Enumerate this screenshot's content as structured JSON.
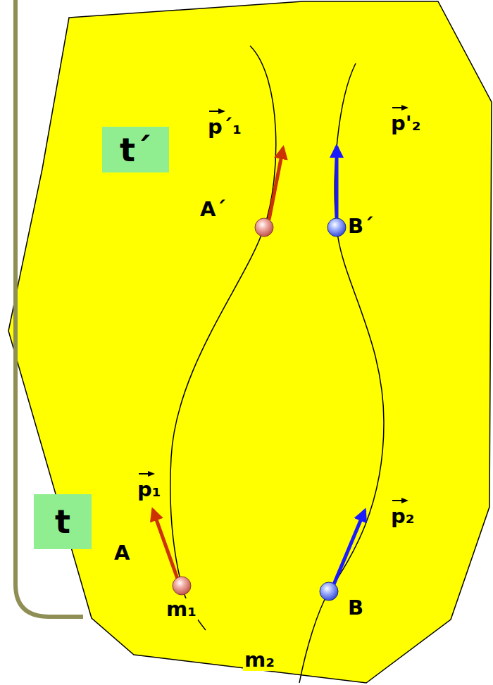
{
  "diagram": {
    "nodes": [
      {
        "text": [
          "t´"
        ]
      },
      {
        "text": [
          "t"
        ]
      }
    ],
    "labels": [
      "p´₁",
      "p'₂",
      "A´",
      "B´",
      "p₁",
      "A",
      "m₁",
      "p₂",
      "B",
      "m₂"
    ]
  }
}
